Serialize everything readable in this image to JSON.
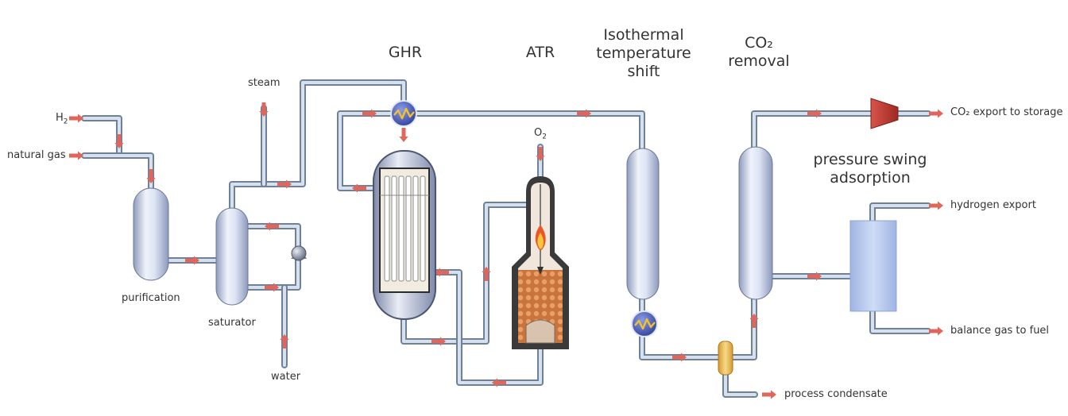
{
  "title": "Hydrogen production flowsheet",
  "headers": {
    "ghr": "GHR",
    "atr": "ATR",
    "shift_line1": "Isothermal",
    "shift_line2": "temperature",
    "shift_line3": "shift",
    "co2_line1": "CO₂",
    "co2_line2": "removal",
    "psa_line1": "pressure swing",
    "psa_line2": "adsorption"
  },
  "inputs": {
    "h2": "H",
    "h2_sub": "2",
    "natural_gas": "natural gas",
    "steam": "steam",
    "water": "water",
    "o2": "O",
    "o2_sub": "2"
  },
  "units": {
    "purification": "purification",
    "saturator": "saturator"
  },
  "outputs": {
    "co2_export": "CO₂ export to storage",
    "hydrogen_export": "hydrogen export",
    "balance_gas": "balance gas to fuel",
    "process_condensate": "process condensate"
  },
  "colors": {
    "pipe": "#6f8196",
    "pipe_highlight": "#d7e1ee",
    "arrow": "#e0655a",
    "vessel_light": "#eef2fa",
    "vessel_dark": "#9aa6c6",
    "heat_exchanger": "#4b5fb8",
    "heat_exchanger_wave": "#f2c12e",
    "compressor": "#c0392b",
    "atr_bed": "#c9743c",
    "psa": "#b6c8ec"
  },
  "icons": {
    "feed_heat_exchanger": "heat-exchanger-icon",
    "shift_cooler": "heat-exchanger-icon",
    "pump": "pump-icon",
    "compressor": "compressor-icon",
    "flame": "flame-icon",
    "condensate_separator": "separator-icon"
  }
}
